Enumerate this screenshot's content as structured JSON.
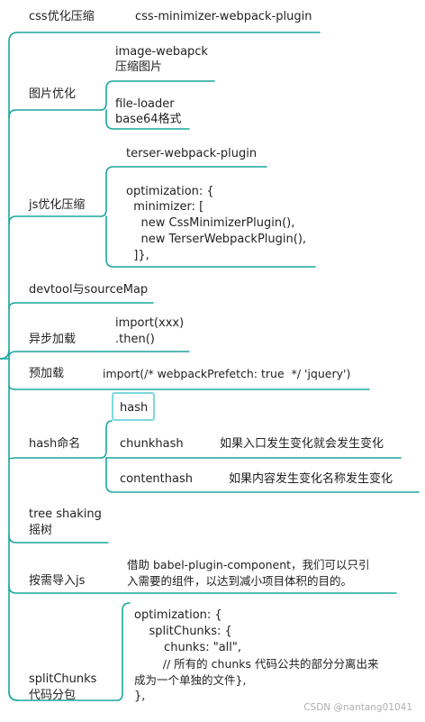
{
  "nodes": {
    "css": {
      "label": "css优化压缩",
      "detail": "css-minimizer-webpack-plugin"
    },
    "image": {
      "label": "图片优化",
      "a1": "image-webapck",
      "a2": "压缩图片",
      "b1": "file-loader",
      "b2": "base64格式"
    },
    "js": {
      "label": "js优化压缩",
      "plugin": "terser-webpack-plugin",
      "code": [
        "optimization: {",
        "  minimizer: [",
        "    new CssMinimizerPlugin(),",
        "    new TerserWebpackPlugin(),",
        "  ]},"
      ]
    },
    "devtool": {
      "label": "devtool与sourceMap"
    },
    "async": {
      "label": "异步加载",
      "l1": "import(xxx)",
      "l2": ".then()"
    },
    "prefetch": {
      "label": "预加载",
      "detail": "import(/* webpackPrefetch: true  */ 'jquery')"
    },
    "hash": {
      "label": "hash命名",
      "hash": "hash",
      "chunkhash": "chunkhash",
      "chunkhash_note": "如果入口发生变化就会发生变化",
      "contenthash": "contenthash",
      "contenthash_note": "如果内容发生变化名称发生变化"
    },
    "tree": {
      "label1": "tree shaking",
      "label2": "摇树"
    },
    "ondemand": {
      "label": "按需导入js",
      "d1": "借助 babel-plugin-component，我们可以只引",
      "d2": "入需要的组件，以达到减小项目体积的目的。"
    },
    "split": {
      "label1": "splitChunks",
      "label2": "代码分包",
      "code": [
        "optimization: {",
        "    splitChunks: {",
        "        chunks: \"all\",",
        "        // 所有的 chunks 代码公共的部分分离出来",
        "成为一个单独的文件},",
        "},"
      ]
    }
  },
  "watermark": "CSDN @nantang01041",
  "colors": {
    "line": "#1aa79e",
    "box": "#80d8e0"
  }
}
